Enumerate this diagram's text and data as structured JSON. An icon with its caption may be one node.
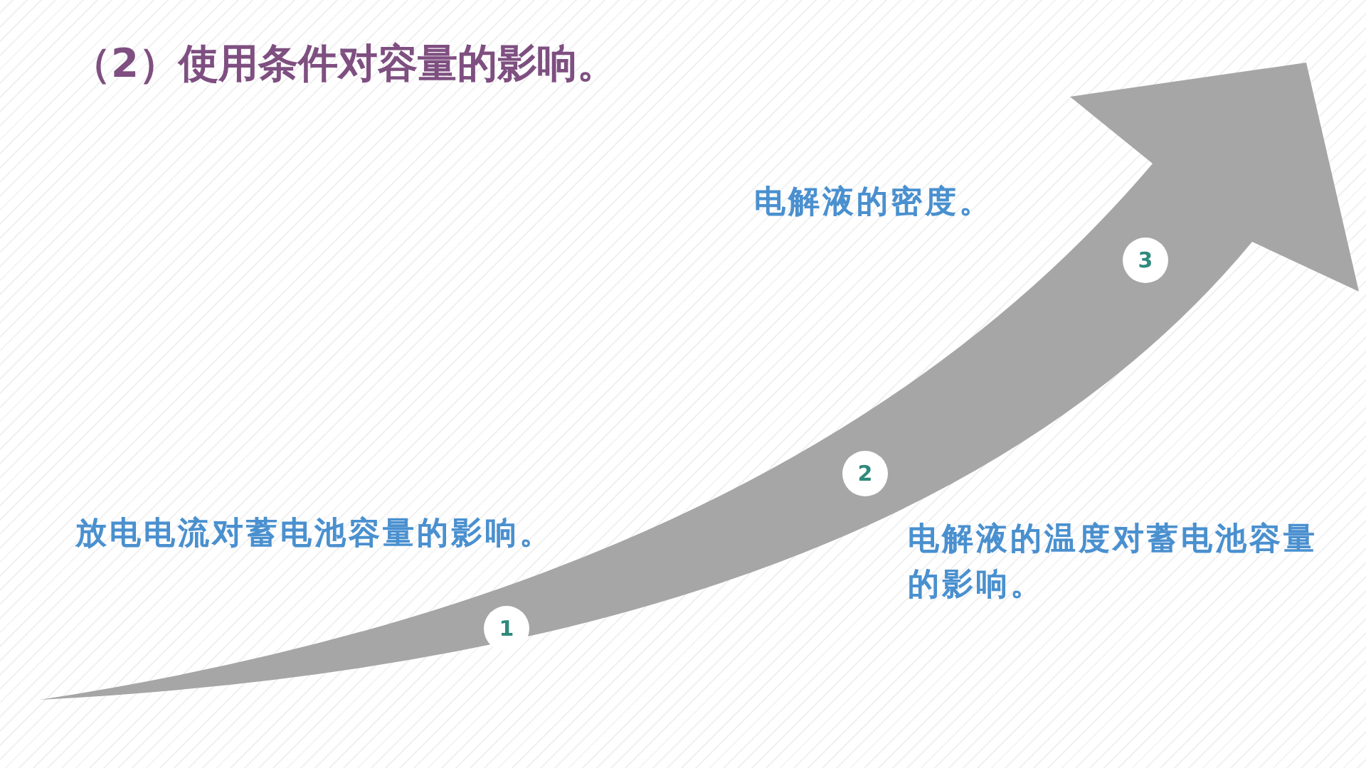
{
  "diagram": {
    "title": "（2）使用条件对容量的影响。",
    "nodes": [
      {
        "text": [
          "1"
        ]
      },
      {
        "text": [
          "2"
        ]
      },
      {
        "text": [
          "3"
        ]
      }
    ],
    "edges": [],
    "labels": [
      "电解液的密度。",
      "放电电流对蓄电池容量的影响。",
      "电解液的温度对蓄电池容量的影响。"
    ]
  }
}
